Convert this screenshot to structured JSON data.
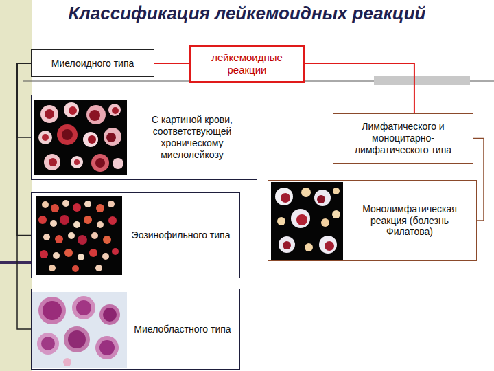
{
  "diagram": {
    "title": "Классификация лейкемоидных реакций",
    "nodes": [
      {
        "text": [
          "Миелоидного типа"
        ]
      },
      {
        "text": [
          "лейкемоидные реакции"
        ]
      },
      {
        "text": [
          "С картиной крови, соответствующей хроническому миелолейкозу"
        ]
      },
      {
        "text": [
          "Лимфатического и моноцитарно-лимфатического типа"
        ]
      },
      {
        "text": [
          "Эозинофильного типа"
        ]
      },
      {
        "text": [
          "Монолимфатическая реакция (болезнь Филатова)"
        ]
      },
      {
        "text": [
          "Миелобластного типа"
        ]
      }
    ],
    "edges": [
      {
        "from": 1,
        "to": 0,
        "arrow": "none"
      },
      {
        "from": 1,
        "to": 3,
        "arrow": "none"
      },
      {
        "from": 0,
        "to": 2,
        "arrow": "none"
      },
      {
        "from": 0,
        "to": 4,
        "arrow": "none"
      },
      {
        "from": 0,
        "to": 6,
        "arrow": "none"
      },
      {
        "from": 3,
        "to": 5,
        "arrow": "none"
      }
    ]
  }
}
